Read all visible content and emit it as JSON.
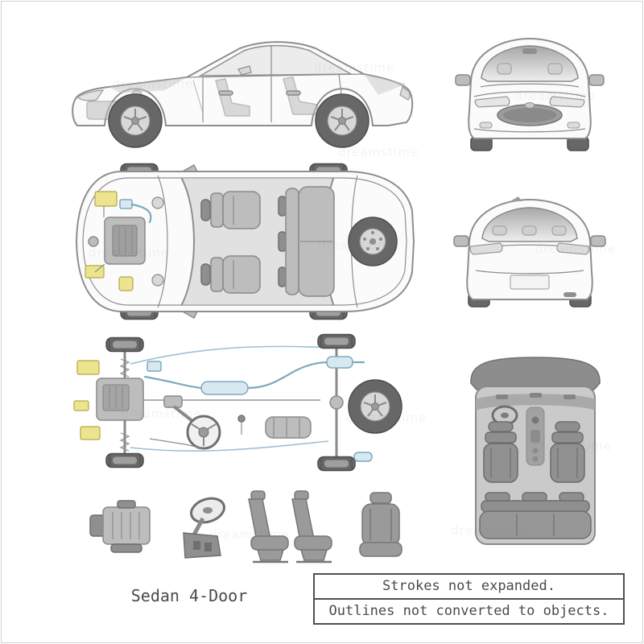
{
  "captions": {
    "title": "Sedan 4-Door"
  },
  "notes": {
    "row1": "Strokes not expanded.",
    "row2": "Outlines not converted to objects."
  },
  "watermark": {
    "text": "dreamstime"
  },
  "colors": {
    "outline": "#8e8e8e",
    "body-fill": "#fbfbfb",
    "glass": "#ececec",
    "shade": "#c7c7c7",
    "tire": "#676767",
    "tire-stroke": "#4d4d4d",
    "rim": "#d8d8d8",
    "blue-fill": "#d7e8f1",
    "blue-stroke": "#7fa9bd",
    "yellow-fill": "#ece48e",
    "yellow-stroke": "#b3a64e",
    "part-gray": "#bdbdbd",
    "part-dark": "#8f8f8f",
    "seat-gray": "#9a9a9a",
    "interior-bg": "#cacaca",
    "text-gray": "#4a4a4a",
    "table-border": "#4f4f4f"
  }
}
